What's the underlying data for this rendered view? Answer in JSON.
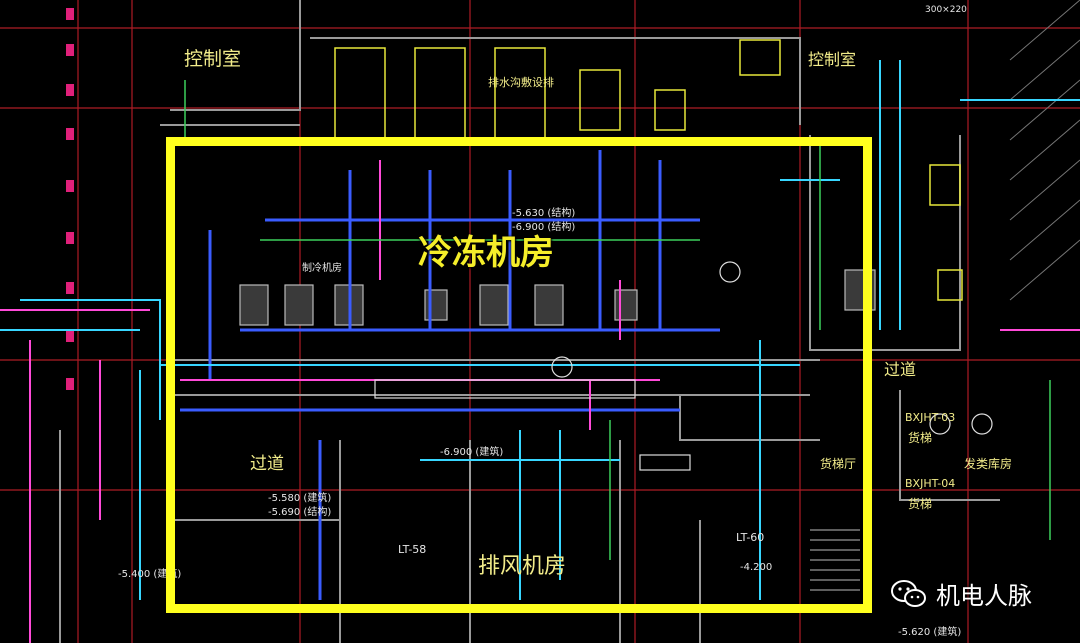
{
  "drawing": {
    "title_label": "冷冻机房",
    "labels": {
      "control_room_left": "控制室",
      "control_room_right": "控制室",
      "corridor_left": "过道",
      "corridor_right": "过道",
      "exhaust_room": "排风机房",
      "cargo_hall": "货梯厅",
      "cargo_lift_1": "货梯",
      "cargo_lift_2": "货梯",
      "lift_tag_1": "BXJHT-03",
      "lift_tag_2": "BXJHT-04",
      "lt58": "LT-58",
      "lt60": "LT-60",
      "sublet_storage": "发类库房",
      "elev_1": "-5.630 (结构)",
      "elev_2": "-6.900 (结构)",
      "elev_3": "-6.900 (建筑)",
      "elev_4": "-5.580 (建筑)",
      "elev_5": "-5.690 (结构)",
      "elev_6": "-5.620 (建筑)",
      "elev_7": "-4.200",
      "elev_8": "-5.400 (建筑)",
      "chiller_room_small": "制冷机房",
      "equip_note": "排水沟敷设排",
      "top_right_note": "300×220"
    }
  },
  "watermark": {
    "text": "机电人脉",
    "icon": "wechat-icon"
  },
  "colors": {
    "highlight": "#ffff1e",
    "background": "#000000"
  }
}
